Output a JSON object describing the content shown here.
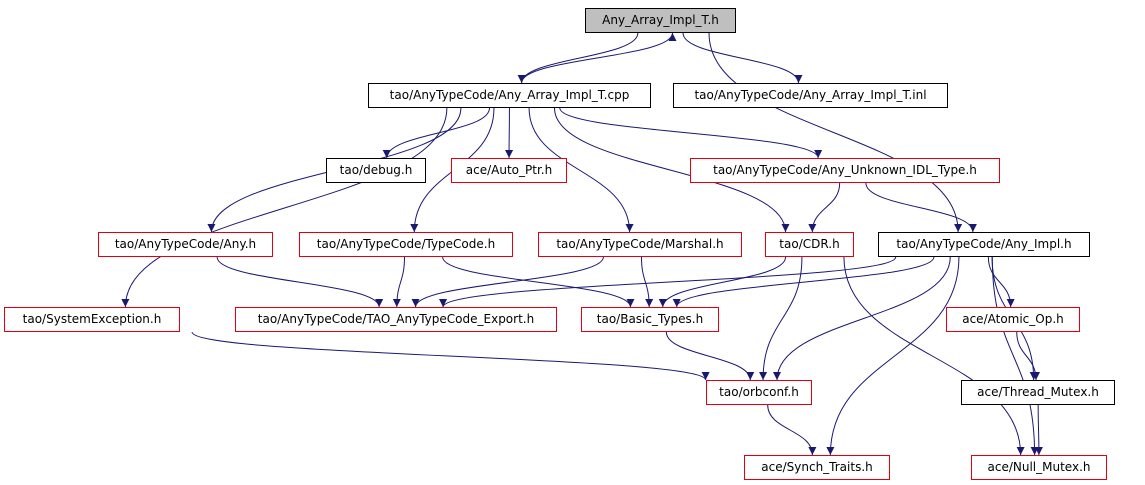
{
  "diagram": {
    "edge_color": "#191970",
    "nodes": {
      "root": {
        "label": "Any_Array_Impl_T.h",
        "border": "#000000",
        "fill": "#bfbfbf"
      },
      "cpp": {
        "label": "tao/AnyTypeCode/Any_Array_Impl_T.cpp",
        "border": "#000000"
      },
      "inl": {
        "label": "tao/AnyTypeCode/Any_Array_Impl_T.inl",
        "border": "#000000"
      },
      "debug": {
        "label": "tao/debug.h",
        "border": "#000000"
      },
      "autoptr": {
        "label": "ace/Auto_Ptr.h",
        "border": "#e0000f"
      },
      "unknown": {
        "label": "tao/AnyTypeCode/Any_Unknown_IDL_Type.h",
        "border": "#e0000f"
      },
      "any": {
        "label": "tao/AnyTypeCode/Any.h",
        "border": "#e0000f"
      },
      "typecode": {
        "label": "tao/AnyTypeCode/TypeCode.h",
        "border": "#e0000f"
      },
      "marshal": {
        "label": "tao/AnyTypeCode/Marshal.h",
        "border": "#e0000f"
      },
      "cdr": {
        "label": "tao/CDR.h",
        "border": "#e0000f"
      },
      "anyimpl": {
        "label": "tao/AnyTypeCode/Any_Impl.h",
        "border": "#000000"
      },
      "sysexc": {
        "label": "tao/SystemException.h",
        "border": "#e0000f"
      },
      "export": {
        "label": "tao/AnyTypeCode/TAO_AnyTypeCode_Export.h",
        "border": "#e0000f"
      },
      "basic": {
        "label": "tao/Basic_Types.h",
        "border": "#e0000f"
      },
      "atomic": {
        "label": "ace/Atomic_Op.h",
        "border": "#e0000f"
      },
      "orbconf": {
        "label": "tao/orbconf.h",
        "border": "#e0000f"
      },
      "thread": {
        "label": "ace/Thread_Mutex.h",
        "border": "#000000"
      },
      "synch": {
        "label": "ace/Synch_Traits.h",
        "border": "#e0000f"
      },
      "nullm": {
        "label": "ace/Null_Mutex.h",
        "border": "#e0000f"
      }
    },
    "edges": [
      [
        "root",
        "cpp"
      ],
      [
        "cpp",
        "root"
      ],
      [
        "root",
        "inl"
      ],
      [
        "root",
        "anyimpl"
      ],
      [
        "cpp",
        "debug"
      ],
      [
        "cpp",
        "autoptr"
      ],
      [
        "cpp",
        "unknown"
      ],
      [
        "cpp",
        "any"
      ],
      [
        "cpp",
        "typecode"
      ],
      [
        "cpp",
        "marshal"
      ],
      [
        "cpp",
        "cdr"
      ],
      [
        "cpp",
        "sysexc"
      ],
      [
        "unknown",
        "cdr"
      ],
      [
        "unknown",
        "anyimpl"
      ],
      [
        "any",
        "export"
      ],
      [
        "typecode",
        "export"
      ],
      [
        "typecode",
        "basic"
      ],
      [
        "marshal",
        "export"
      ],
      [
        "marshal",
        "basic"
      ],
      [
        "cdr",
        "basic"
      ],
      [
        "cdr",
        "orbconf"
      ],
      [
        "cdr",
        "nullm"
      ],
      [
        "anyimpl",
        "export"
      ],
      [
        "anyimpl",
        "basic"
      ],
      [
        "anyimpl",
        "orbconf"
      ],
      [
        "anyimpl",
        "atomic"
      ],
      [
        "anyimpl",
        "thread"
      ],
      [
        "anyimpl",
        "synch"
      ],
      [
        "anyimpl",
        "nullm"
      ],
      [
        "sysexc",
        "orbconf"
      ],
      [
        "basic",
        "orbconf"
      ],
      [
        "orbconf",
        "synch"
      ],
      [
        "atomic",
        "thread"
      ],
      [
        "thread",
        "nullm"
      ]
    ]
  }
}
